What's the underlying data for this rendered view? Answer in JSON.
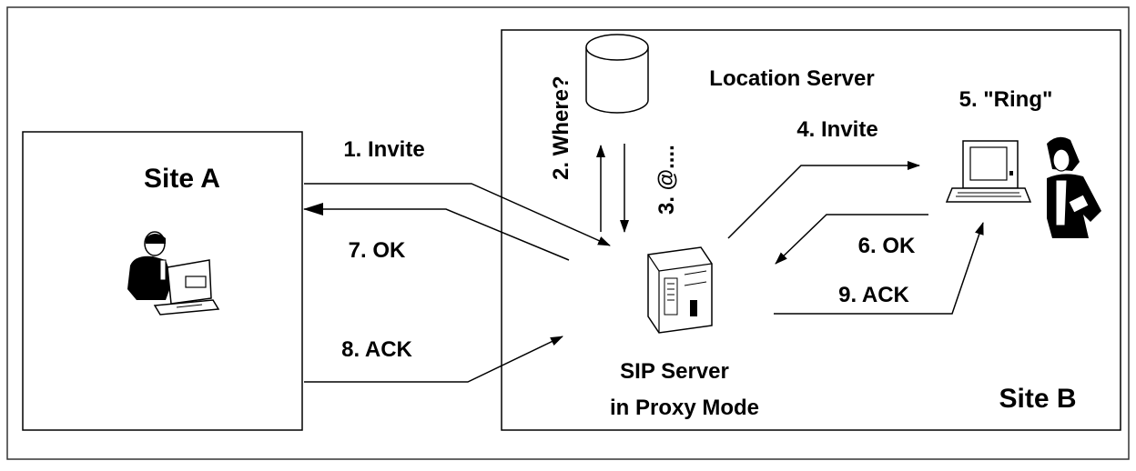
{
  "site_a": {
    "title": "Site A"
  },
  "site_b": {
    "title": "Site B"
  },
  "location_server": {
    "title": "Location Server"
  },
  "sip_server": {
    "line1": "SIP Server",
    "line2": "in Proxy Mode"
  },
  "steps": {
    "invite1": "1. Invite",
    "where": "2. Where?",
    "address": "3. @....",
    "invite4": "4. Invite",
    "ring": "5. \"Ring\"",
    "ok6": "6. OK",
    "ok7": "7. OK",
    "ack8": "8. ACK",
    "ack9": "9. ACK"
  },
  "icons": [
    "user-at-computer-icon",
    "database-icon",
    "server-tower-icon",
    "workstation-icon",
    "person-answering-icon"
  ]
}
